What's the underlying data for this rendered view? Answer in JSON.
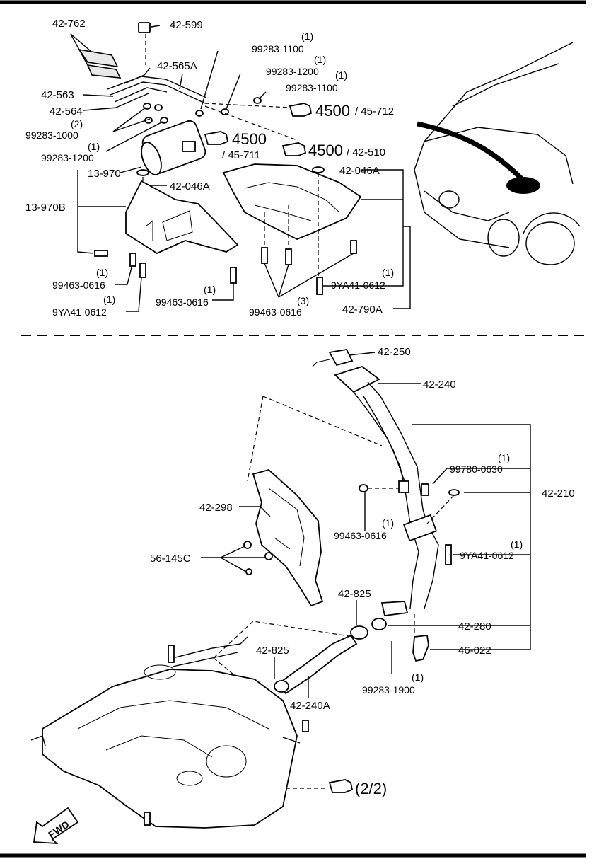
{
  "labels": {
    "p42_762": "42-762",
    "p42_599": "42-599",
    "p42_565A": "42-565A",
    "p42_563": "42-563",
    "p42_564": "42-564",
    "q_99283_1100a": "(1)",
    "p99283_1100a": "99283-1100",
    "q_99283_1200a": "(1)",
    "p99283_1200a": "99283-1200",
    "q_99283_1100b": "(1)",
    "p99283_1100b": "99283-1100",
    "q_99283_1000": "(2)",
    "p99283_1000": "99283-1000",
    "q_99283_1200b": "(1)",
    "p99283_1200b": "99283-1200",
    "ref_4500_a": "4500",
    "ref_45_712": "/ 45-712",
    "ref_4500_b": "4500",
    "ref_45_711": "/ 45-711",
    "ref_4500_c": "4500",
    "ref_42_510": "/ 42-510",
    "p13_970": "13-970",
    "p42_046A_a": "42-046A",
    "p42_046A_b": "42-046A",
    "p13_970B": "13-970B",
    "q_99463_0616a": "(1)",
    "p99463_0616a": "99463-0616",
    "q_9YA41_0612a": "(1)",
    "p9YA41_0612a": "9YA41-0612",
    "q_99463_0616b": "(1)",
    "p99463_0616b": "99463-0616",
    "q_99463_0616c": "(3)",
    "p99463_0616c": "99463-0616",
    "q_9YA41_0612b": "(1)",
    "p9YA41_0612b": "9YA41-0612",
    "p42_790A": "42-790A",
    "p42_250": "42-250",
    "p42_240": "42-240",
    "q_99780_0630": "(1)",
    "p99780_0630": "99780-0630",
    "p42_210": "42-210",
    "p42_298": "42-298",
    "q_99463_0616d": "(1)",
    "p99463_0616d": "99463-0616",
    "q_9YA41_0612c": "(1)",
    "p9YA41_0612c": "9YA41-0612",
    "p56_145C": "56-145C",
    "p42_825a": "42-825",
    "p42_280": "42-280",
    "p46_022": "46-022",
    "p42_825b": "42-825",
    "q_99283_1900": "(1)",
    "p99283_1900": "99283-1900",
    "p42_240A": "42-240A",
    "ref_2_2": "(2/2)",
    "fwd": "FWD"
  },
  "icons": [
    "pointing-hand-icon",
    "fwd-arrow-icon"
  ],
  "colors": {
    "ink": "#000000",
    "paper": "#ffffff"
  }
}
